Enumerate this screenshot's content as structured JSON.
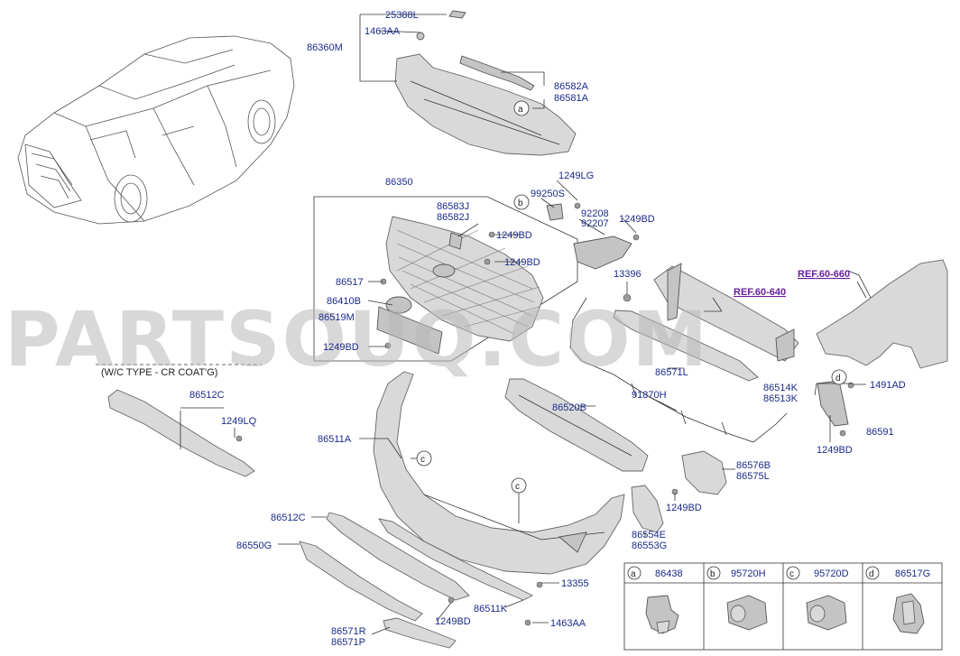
{
  "watermark": "PARTSOUQ.COM",
  "note": "(W/C TYPE - CR COAT'G)",
  "refs": [
    "REF.60-660",
    "REF.60-640"
  ],
  "labels": {
    "l25388L": "25388L",
    "l1463AA_top": "1463AA",
    "l86360M": "86360M",
    "l86582A": "86582A",
    "l86581A": "86581A",
    "l86350": "86350",
    "l1249LG": "1249LG",
    "l99250S": "99250S",
    "l86583J": "86583J",
    "l86582J": "86582J",
    "l92208": "92208",
    "l92207": "92207",
    "l1249BD_a": "1249BD",
    "l1249BD_b": "1249BD",
    "l1249BD_c": "1249BD",
    "l13396": "13396",
    "l86517": "86517",
    "l86410B": "86410B",
    "l86519M": "86519M",
    "l1249BD_d": "1249BD",
    "l86571L": "86571L",
    "l86514K": "86514K",
    "l86513K": "86513K",
    "l1491AD": "1491AD",
    "l86591": "86591",
    "l1249BD_e": "1249BD",
    "l86512C_a": "86512C",
    "l1249LQ": "1249LQ",
    "l86520B": "86520B",
    "l91870H": "91870H",
    "l86511A": "86511A",
    "l86576B": "86576B",
    "l86575L": "86575L",
    "l1249BD_f": "1249BD",
    "l86554E": "86554E",
    "l86553G": "86553G",
    "l86512C_b": "86512C",
    "l86550G": "86550G",
    "l13355": "13355",
    "l86511K": "86511K",
    "l1249BD_g": "1249BD",
    "l1463AA_bot": "1463AA",
    "l86571R": "86571R",
    "l86571P": "86571P"
  },
  "callouts": [
    "a",
    "b",
    "c",
    "c",
    "d"
  ],
  "legend": [
    {
      "key": "a",
      "part": "86438"
    },
    {
      "key": "b",
      "part": "95720H"
    },
    {
      "key": "c",
      "part": "95720D"
    },
    {
      "key": "d",
      "part": "86517G"
    }
  ]
}
